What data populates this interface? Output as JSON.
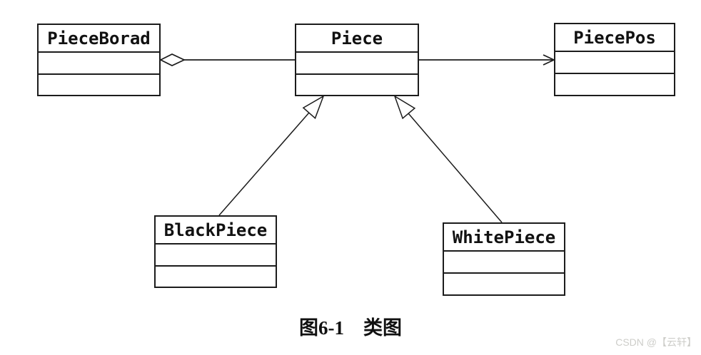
{
  "diagram": {
    "type": "uml-class-diagram",
    "caption": "图6-1　类图",
    "watermark": "CSDN @【云轩】",
    "classes": [
      {
        "name": "PieceBorad",
        "attributes": [],
        "operations": []
      },
      {
        "name": "Piece",
        "attributes": [],
        "operations": []
      },
      {
        "name": "PiecePos",
        "attributes": [],
        "operations": []
      },
      {
        "name": "BlackPiece",
        "attributes": [],
        "operations": []
      },
      {
        "name": "WhitePiece",
        "attributes": [],
        "operations": []
      }
    ],
    "relationships": [
      {
        "from": "PieceBorad",
        "to": "Piece",
        "type": "aggregation"
      },
      {
        "from": "Piece",
        "to": "PiecePos",
        "type": "directed-association"
      },
      {
        "from": "BlackPiece",
        "to": "Piece",
        "type": "generalization"
      },
      {
        "from": "WhitePiece",
        "to": "Piece",
        "type": "generalization"
      }
    ],
    "colors": {
      "line": "#1c1c1c",
      "box_fill": "#ffffff",
      "background": "#ffffff",
      "watermark_text": "#cdcdc9"
    }
  }
}
